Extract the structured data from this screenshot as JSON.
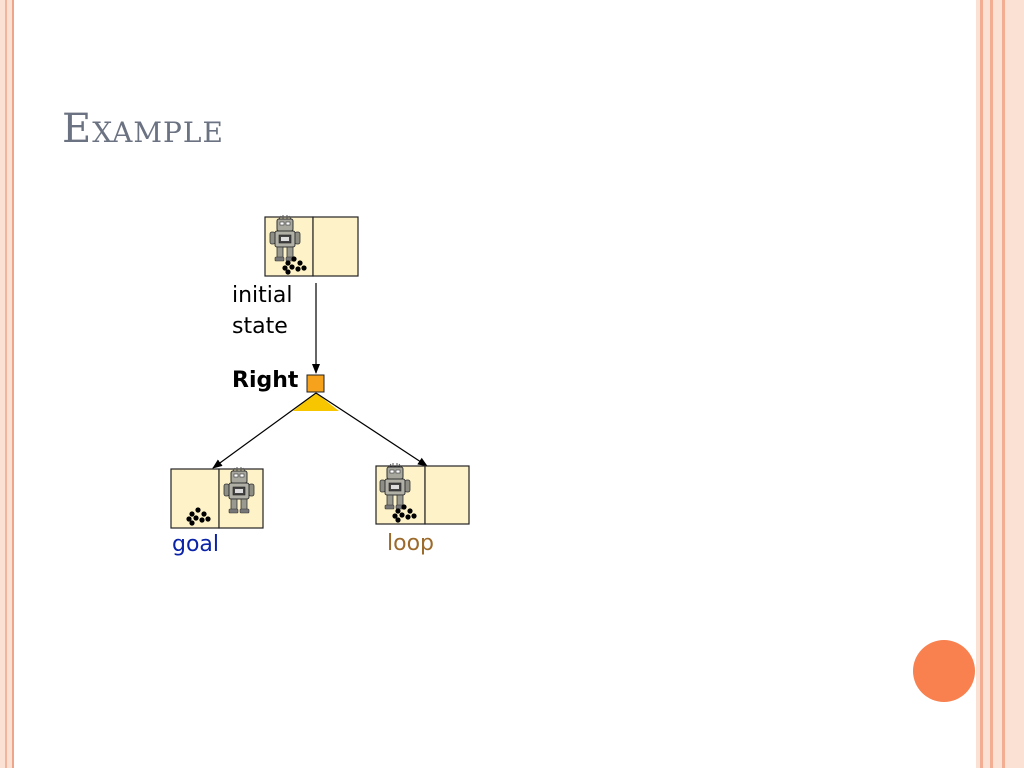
{
  "slide": {
    "title": "Example"
  },
  "diagram": {
    "nodes": {
      "initial_label": [
        "initial",
        "state"
      ],
      "action_label": "Right",
      "goal_label": "goal",
      "loop_label": "loop"
    },
    "colors": {
      "cell_fill": "#fef3c8",
      "action_box": "#f7a21c",
      "action_cone": "#f7c600",
      "goal_text": "#0a23a8",
      "loop_text": "#9c6a2a",
      "accent_orb": "#f8814f"
    }
  }
}
